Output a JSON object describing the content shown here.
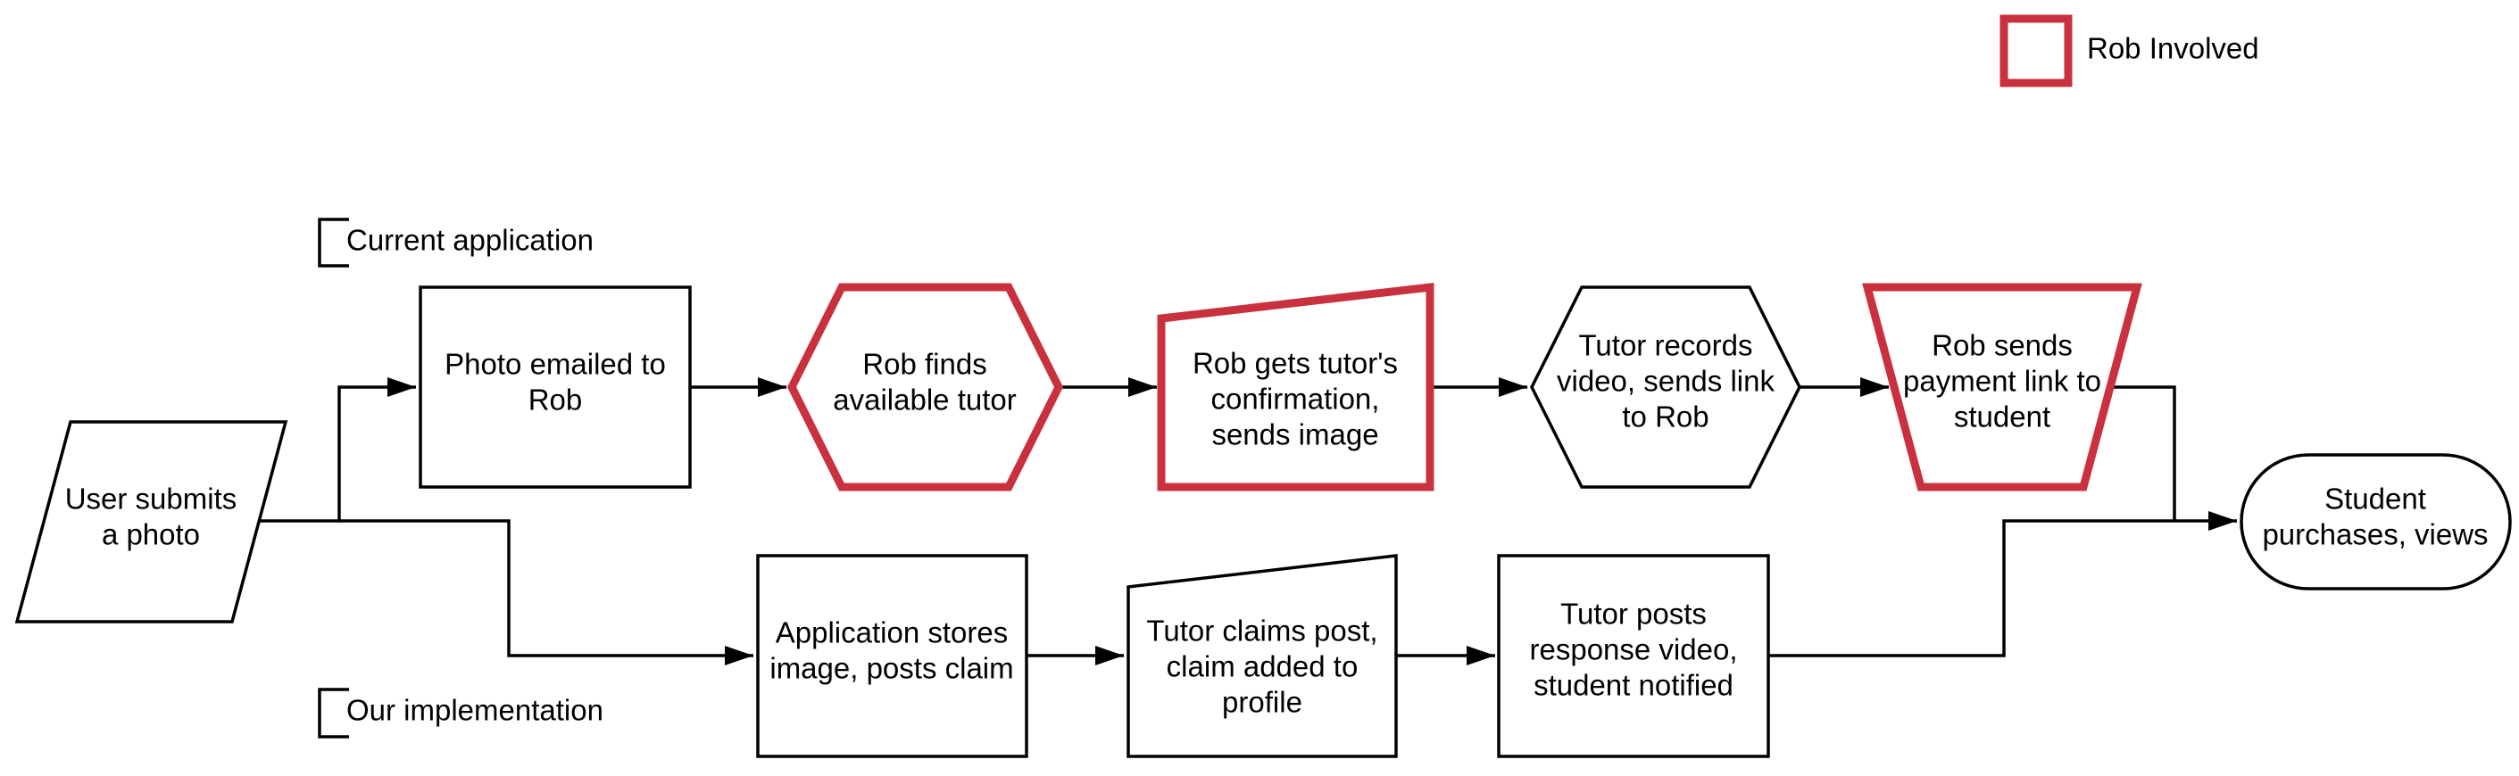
{
  "legend": {
    "label": "Rob Involved",
    "color": "#c8313d"
  },
  "lanes": {
    "current": "Current application",
    "ours": "Our implementation"
  },
  "nodes": {
    "user_submits": [
      "User submits",
      "a photo"
    ],
    "photo_emailed": [
      "Photo emailed to",
      "Rob"
    ],
    "rob_finds": [
      "Rob finds",
      "available tutor"
    ],
    "rob_gets_conf": [
      "Rob gets tutor's",
      "confirmation,",
      "sends image"
    ],
    "tutor_records": [
      "Tutor records",
      "video, sends link",
      "to Rob"
    ],
    "rob_sends_payment": [
      "Rob sends",
      "payment link to",
      "student"
    ],
    "student_purchases": [
      "Student",
      "purchases, views"
    ],
    "app_stores": [
      "Application stores",
      "image, posts claim"
    ],
    "tutor_claims": [
      "Tutor claims post,",
      "claim added to",
      "profile"
    ],
    "tutor_posts": [
      "Tutor posts",
      "response video,",
      "student notified"
    ]
  },
  "colors": {
    "highlight": "#c8313d",
    "stroke": "#000000",
    "background": "#ffffff"
  }
}
